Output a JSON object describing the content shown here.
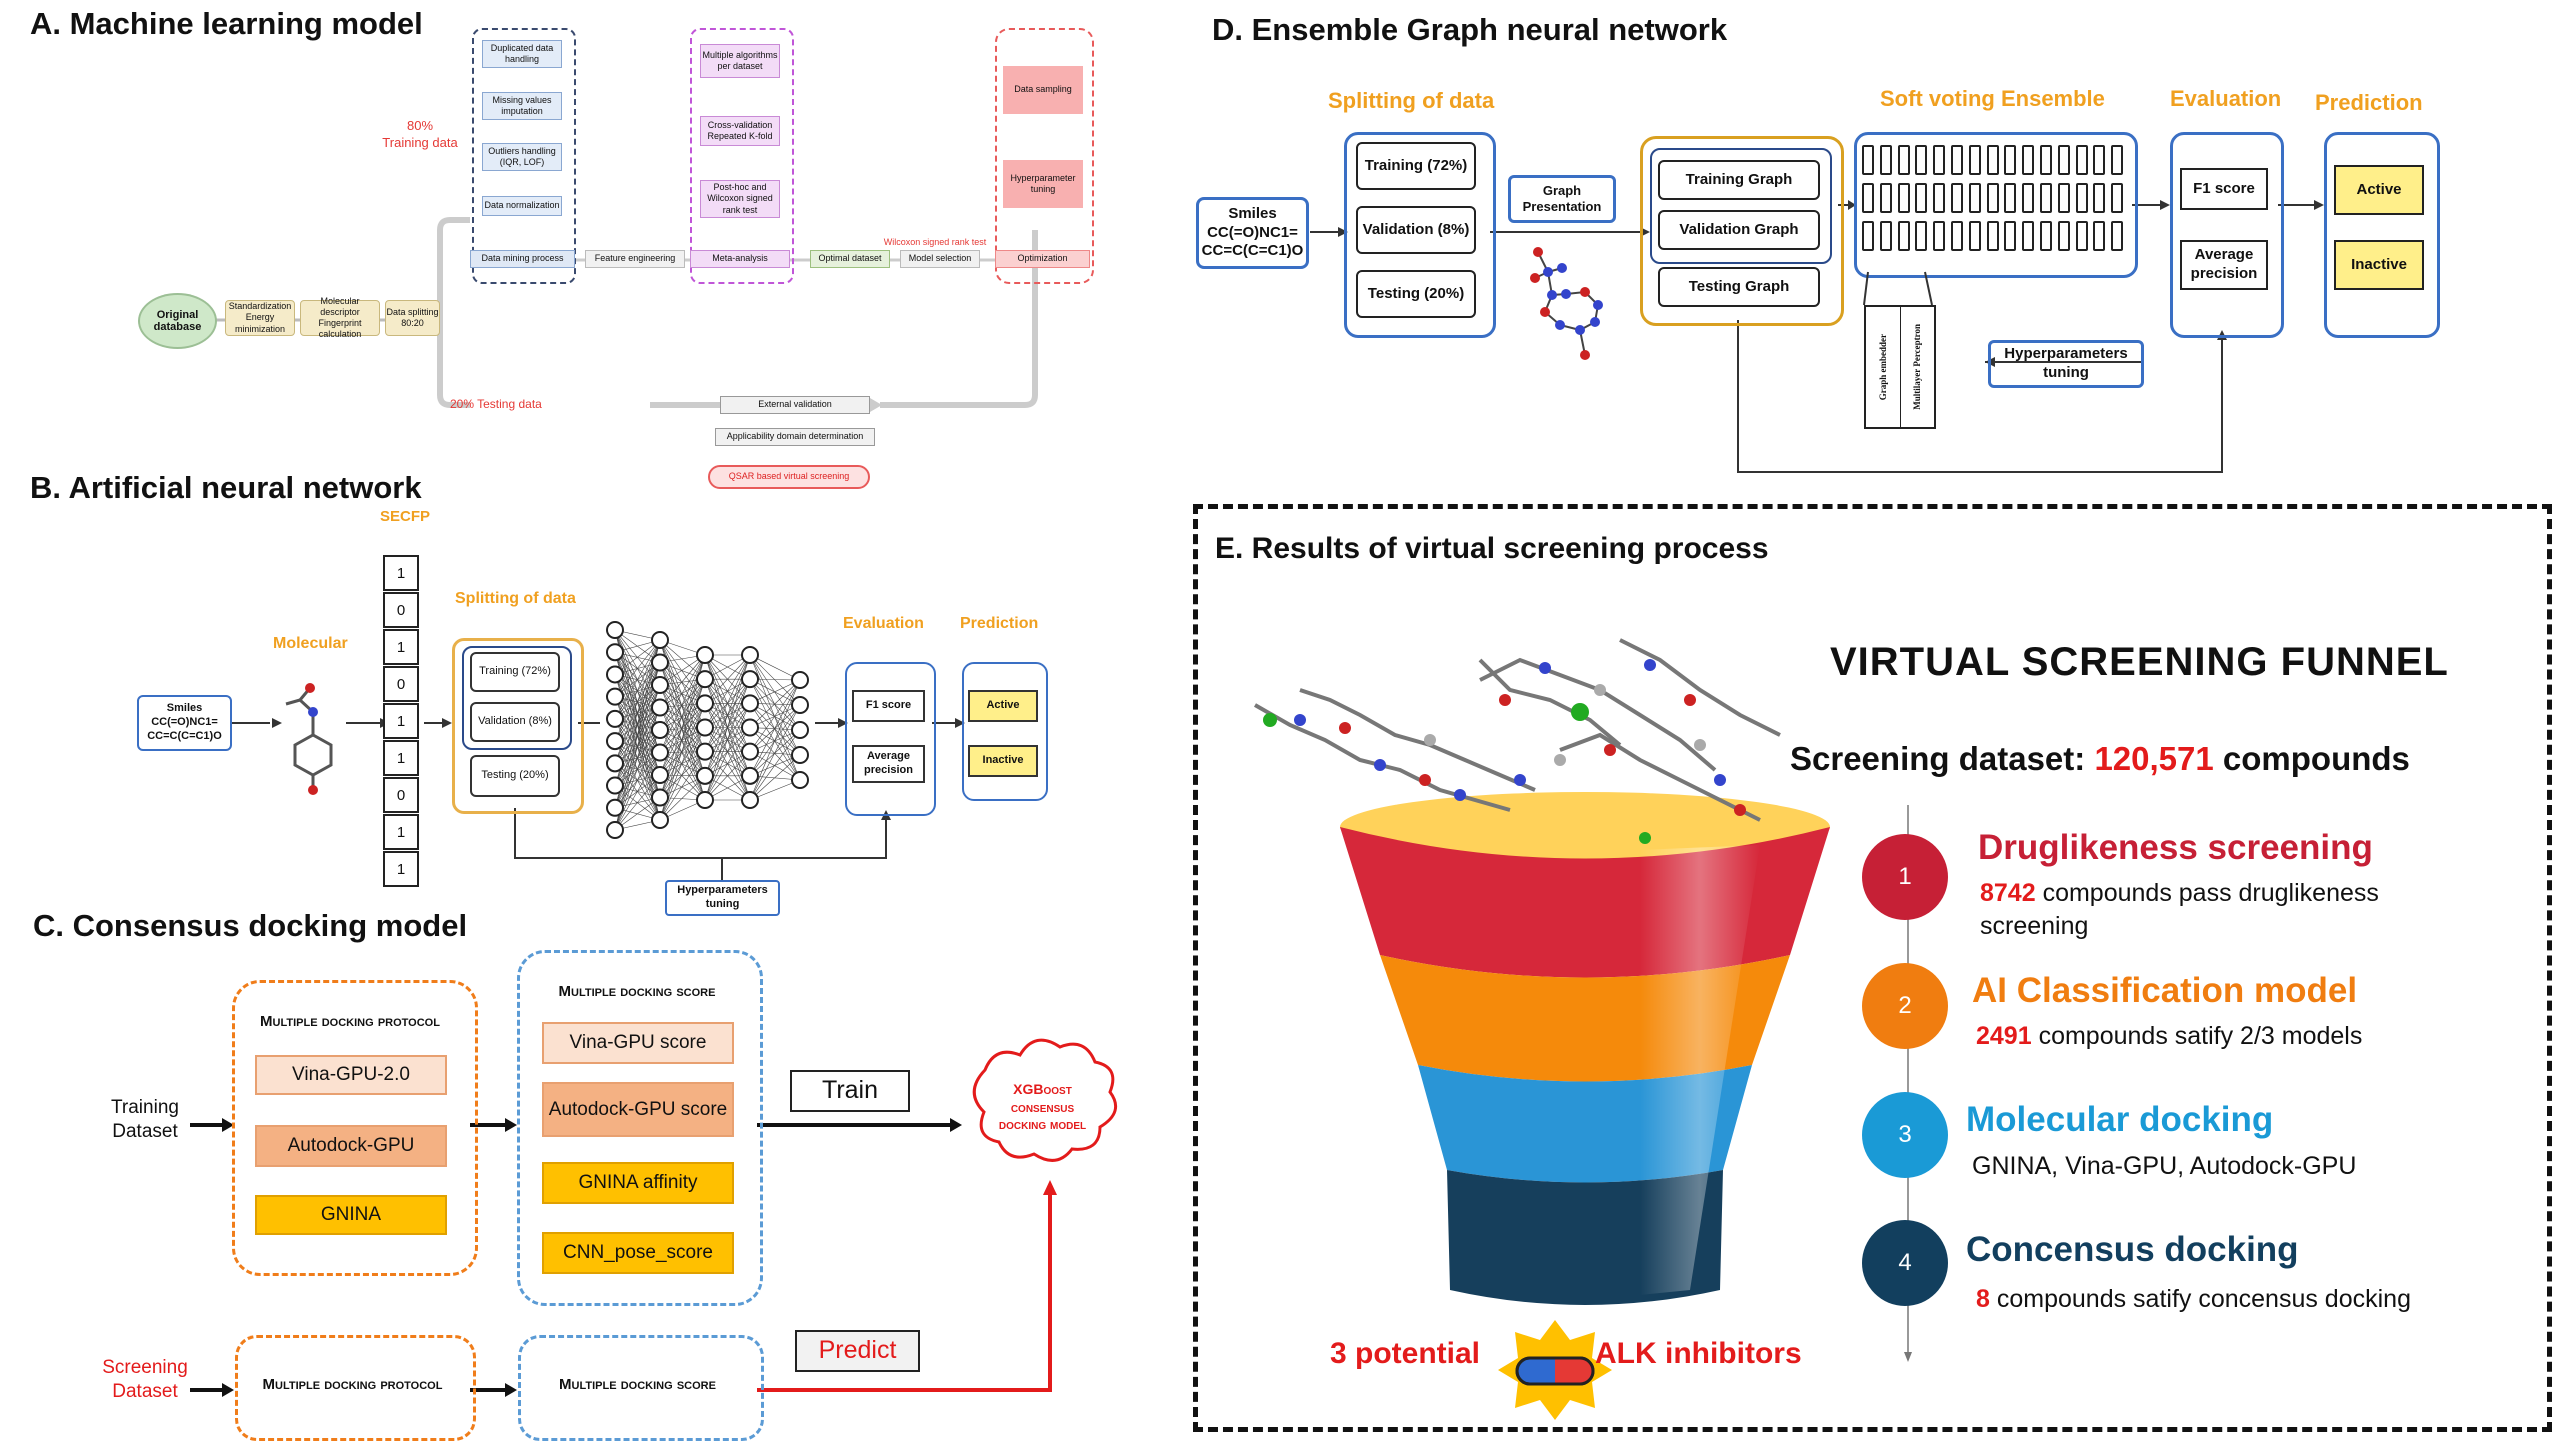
{
  "panels": {
    "a_title": "A. Machine learning model",
    "b_title": "B. Artificial neural network",
    "c_title": "C. Consensus docking model",
    "d_title": "D. Ensemble Graph neural network",
    "e_title": "E. Results of virtual screening process"
  },
  "panel_a": {
    "original_db": "Original database",
    "standardization": "Standardization Energy minimization",
    "descriptor": "Molecular descriptor Fingerprint calculation",
    "splitting": "Data splitting 80:20",
    "training_pct": "80%",
    "training_label": "Training data",
    "testing_label": "20% Testing data",
    "mining_steps": [
      "Duplicated data handling",
      "Missing values imputation",
      "Outliers handling (IQR, LOF)",
      "Data normalization"
    ],
    "mining_process": "Data mining process",
    "feature_engineering": "Feature engineering",
    "meta_steps": [
      "Multiple algorithms per dataset",
      "Cross-validation Repeated K-fold",
      "Post-hoc and Wilcoxon signed rank test"
    ],
    "meta_analysis": "Meta-analysis",
    "optimal_dataset": "Optimal dataset",
    "model_selection": "Model selection",
    "wilcoxon": "Wilcoxon signed rank test",
    "opt_steps": [
      "Data sampling",
      "Hyperparameter tuning"
    ],
    "optimization": "Optimization",
    "external_validation": "External validation",
    "applicability": "Applicability domain determination",
    "qsar": "QSAR based virtual screening"
  },
  "panel_b": {
    "secfp": "SECFP",
    "bits": [
      "1",
      "0",
      "1",
      "0",
      "1",
      "1",
      "0",
      "1",
      "1"
    ],
    "molecular": "Molecular",
    "smiles": "Smiles CC(=O)NC1= CC=C(C=C1)O",
    "splitting": "Splitting of data",
    "training": "Training (72%)",
    "validation": "Validation (8%)",
    "testing": "Testing (20%)",
    "evaluation": "Evaluation",
    "f1": "F1 score",
    "avg_precision": "Average precision",
    "prediction": "Prediction",
    "active": "Active",
    "inactive": "Inactive",
    "hyperparams": "Hyperparameters tuning"
  },
  "panel_c": {
    "training_dataset": "Training Dataset",
    "screening_dataset": "Screening Dataset",
    "protocol_title": "Multiple docking protocol",
    "protocols": [
      "Vina-GPU-2.0",
      "Autodock-GPU",
      "GNINA"
    ],
    "score_title": "Multiple docking score",
    "scores": [
      "Vina-GPU score",
      "Autodock-GPU score",
      "GNINA affinity",
      "CNN_pose_score"
    ],
    "train": "Train",
    "predict": "Predict",
    "xgboost": "XGBoost consensus docking model",
    "protocol_title_2": "Multiple docking protocol",
    "score_title_2": "Multiple docking score"
  },
  "panel_d": {
    "splitting": "Splitting of data",
    "smiles": "Smiles CC(=O)NC1= CC=C(C=C1)O",
    "training": "Training (72%)",
    "validation": "Validation (8%)",
    "testing": "Testing (20%)",
    "graph_presentation": "Graph Presentation",
    "training_graph": "Training Graph",
    "validation_graph": "Validation Graph",
    "testing_graph": "Testing Graph",
    "soft_voting": "Soft voting Ensemble",
    "graph_embedder": "Graph embedder",
    "mlp": "Multilayer Perceptron",
    "hyperparams": "Hyperparameters tuning",
    "evaluation": "Evaluation",
    "f1": "F1 score",
    "avg_precision": "Average precision",
    "prediction": "Prediction",
    "active": "Active",
    "inactive": "Inactive"
  },
  "panel_e": {
    "funnel_title": "VIRTUAL SCREENING FUNNEL",
    "dataset_prefix": "Screening dataset: ",
    "dataset_count": "120,571",
    "dataset_suffix": " compounds",
    "steps": [
      {
        "num": "1",
        "title": "Druglikeness screening",
        "count": "8742",
        "desc": " compounds pass druglikeness screening",
        "color": "#c62036"
      },
      {
        "num": "2",
        "title": "AI Classification model",
        "count": "2491",
        "desc": " compounds satify 2/3 models",
        "color": "#f07d10"
      },
      {
        "num": "3",
        "title": "Molecular docking",
        "count": "",
        "desc": "GNINA, Vina-GPU, Autodock-GPU",
        "color": "#1a9ad6"
      },
      {
        "num": "4",
        "title": "Concensus docking",
        "count": "8",
        "desc": " compounds satify concensus docking",
        "color": "#123f5e"
      }
    ],
    "result_prefix": "3 potential",
    "result_suffix": "ALK inhibitors"
  },
  "colors": {
    "orange": "#f0a020",
    "red": "#e53935",
    "blue": "#3a6fc4",
    "yellow": "#ffef8a",
    "funnel_red": "#d6283a",
    "funnel_orange": "#f58a0b",
    "funnel_blue": "#2a95d6",
    "funnel_dark": "#163f5c"
  }
}
